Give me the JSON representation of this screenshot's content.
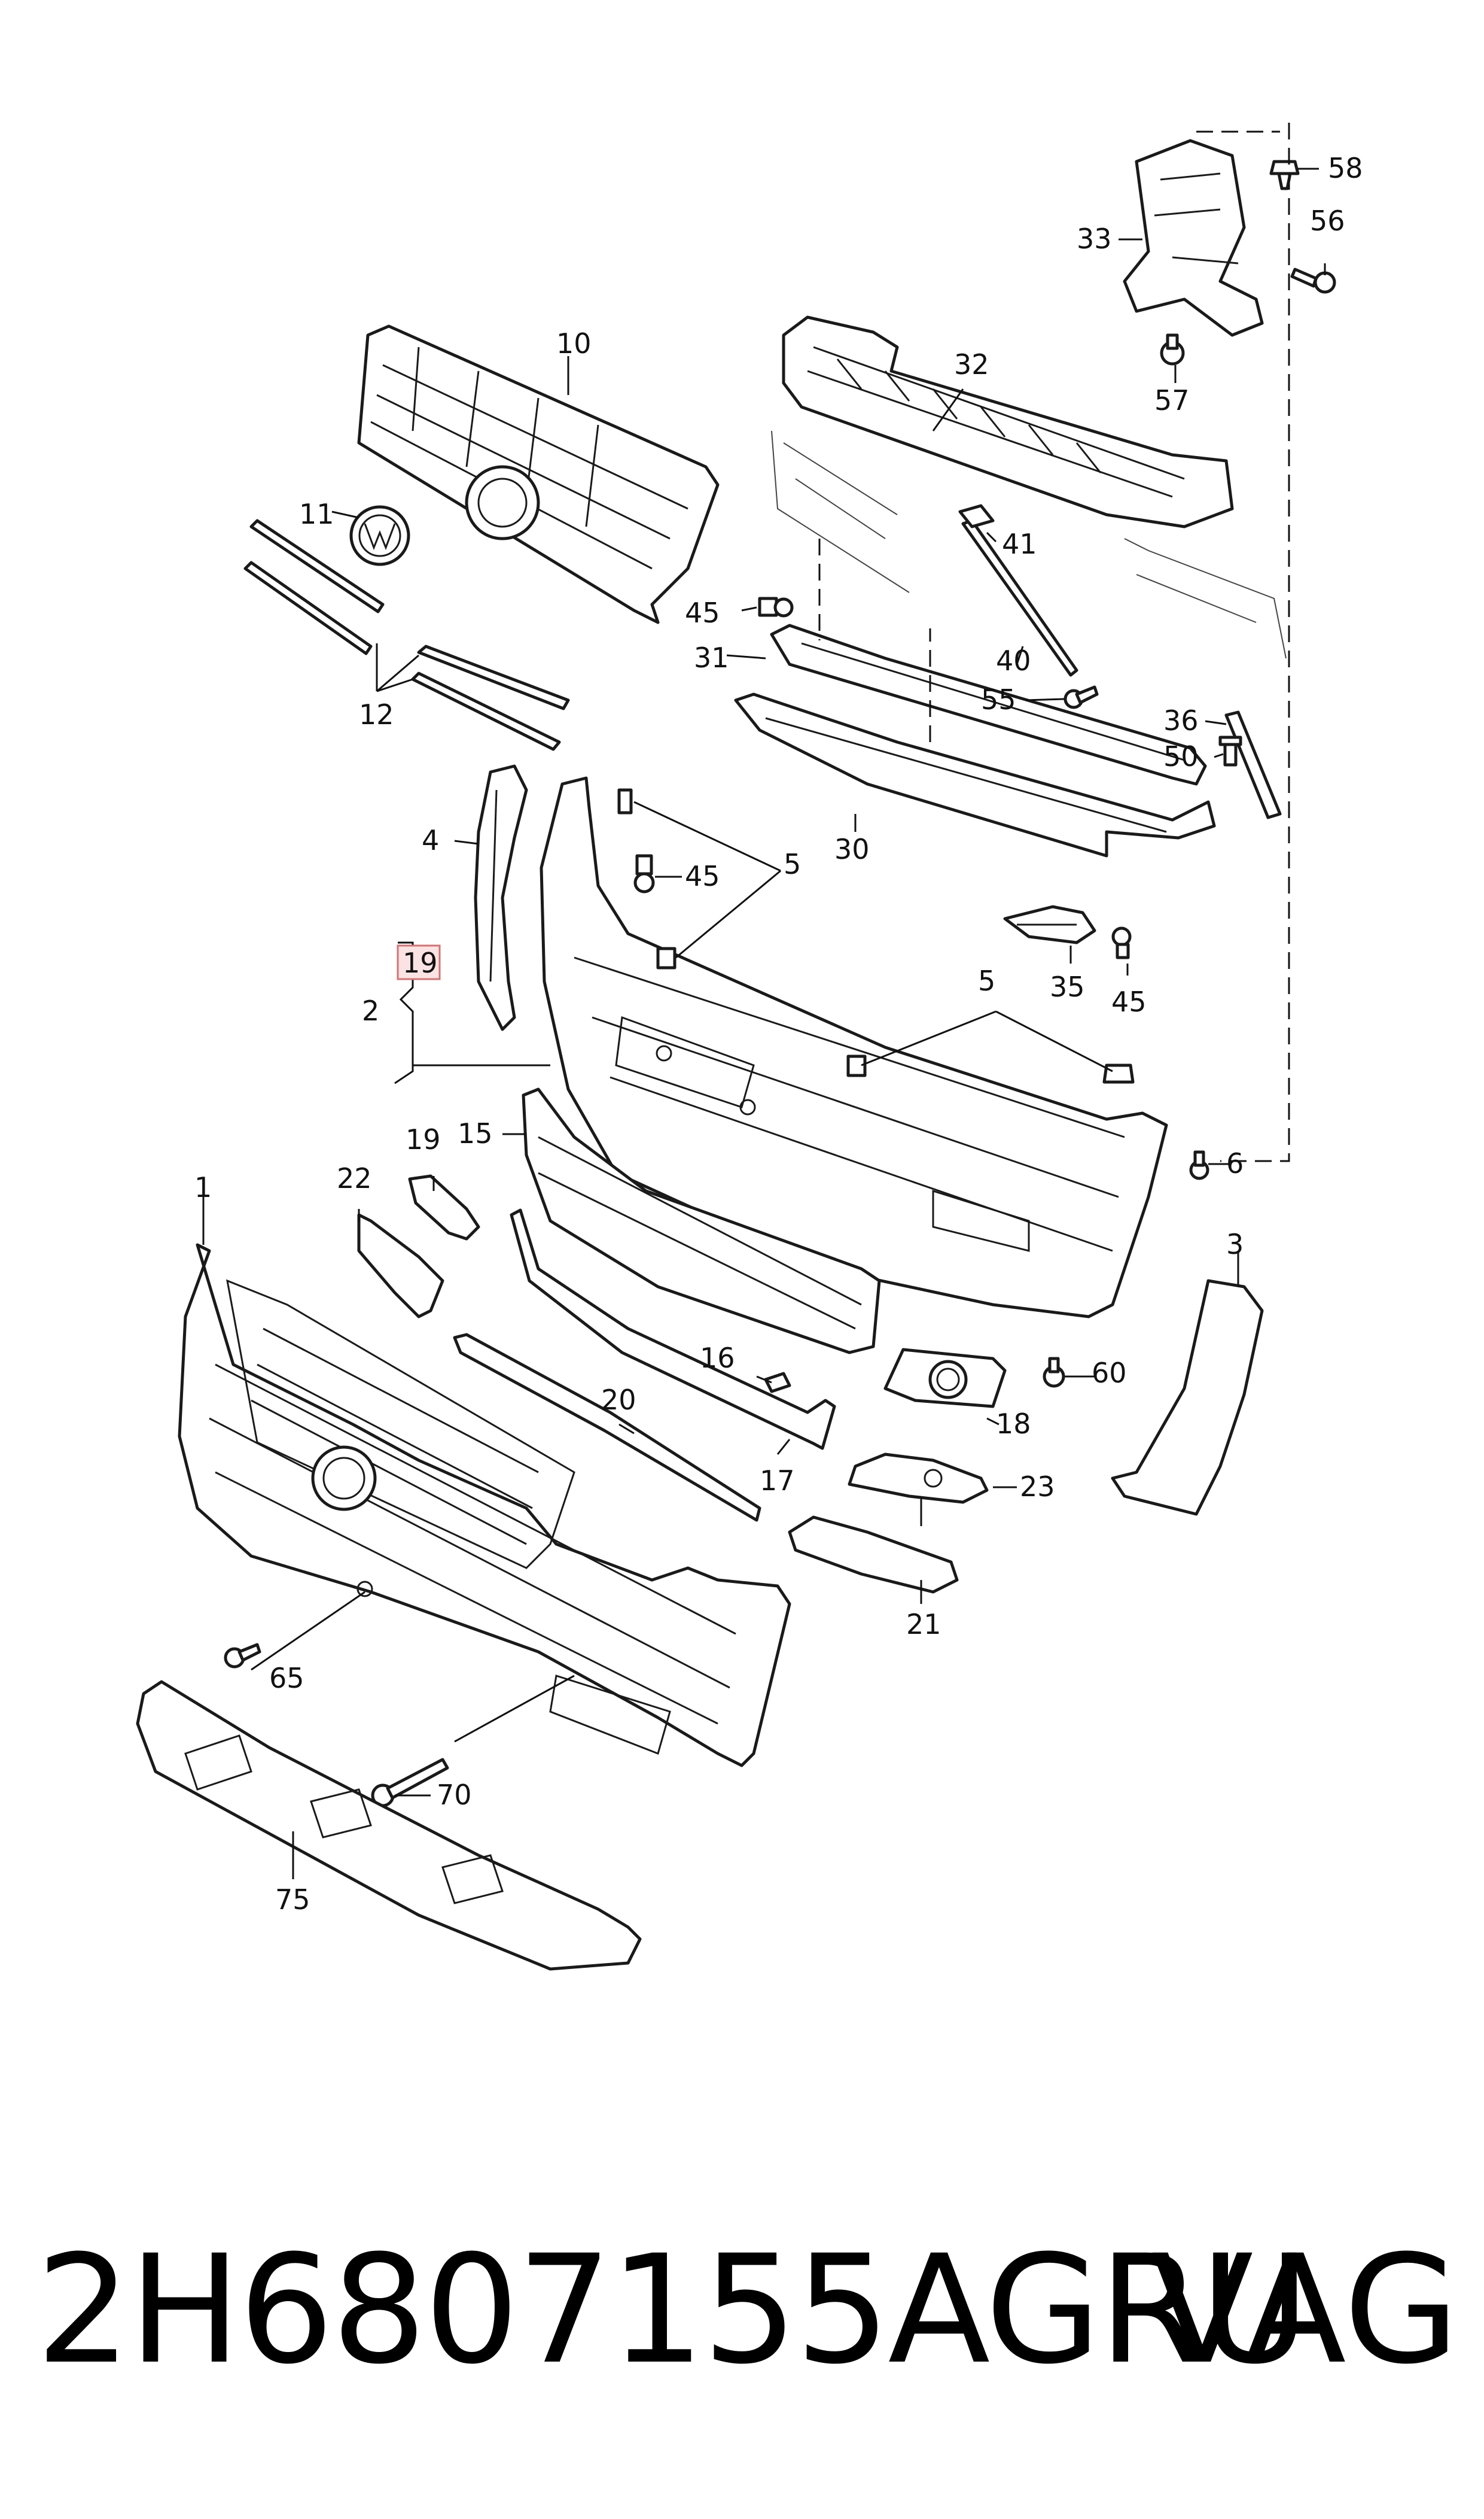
{
  "diagram": {
    "callouts": {
      "c1": "1",
      "c2": "2",
      "c3": "3",
      "c4": "4",
      "c5a": "5",
      "c5b": "5",
      "c6": "6",
      "c10": "10",
      "c11": "11",
      "c12": "12",
      "c15": "15",
      "c16": "16",
      "c17": "17",
      "c18": "18",
      "c19_hl": "19",
      "c19": "19",
      "c20": "20",
      "c21": "21",
      "c22": "22",
      "c23": "23",
      "c30": "30",
      "c31": "31",
      "c32": "32",
      "c33": "33",
      "c35": "35",
      "c36": "36",
      "c40": "40",
      "c41": "41",
      "c45a": "45",
      "c45b": "45",
      "c45c": "45",
      "c50": "50",
      "c55": "55",
      "c56": "56",
      "c57": "57",
      "c58": "58",
      "c60": "60",
      "c65": "65",
      "c70": "70",
      "c75": "75"
    },
    "highlighted_callout": "19",
    "highlight_color": "#fbe3e3"
  },
  "footer": {
    "part_number": "2H6807155AGRU",
    "brand": "VAG"
  }
}
